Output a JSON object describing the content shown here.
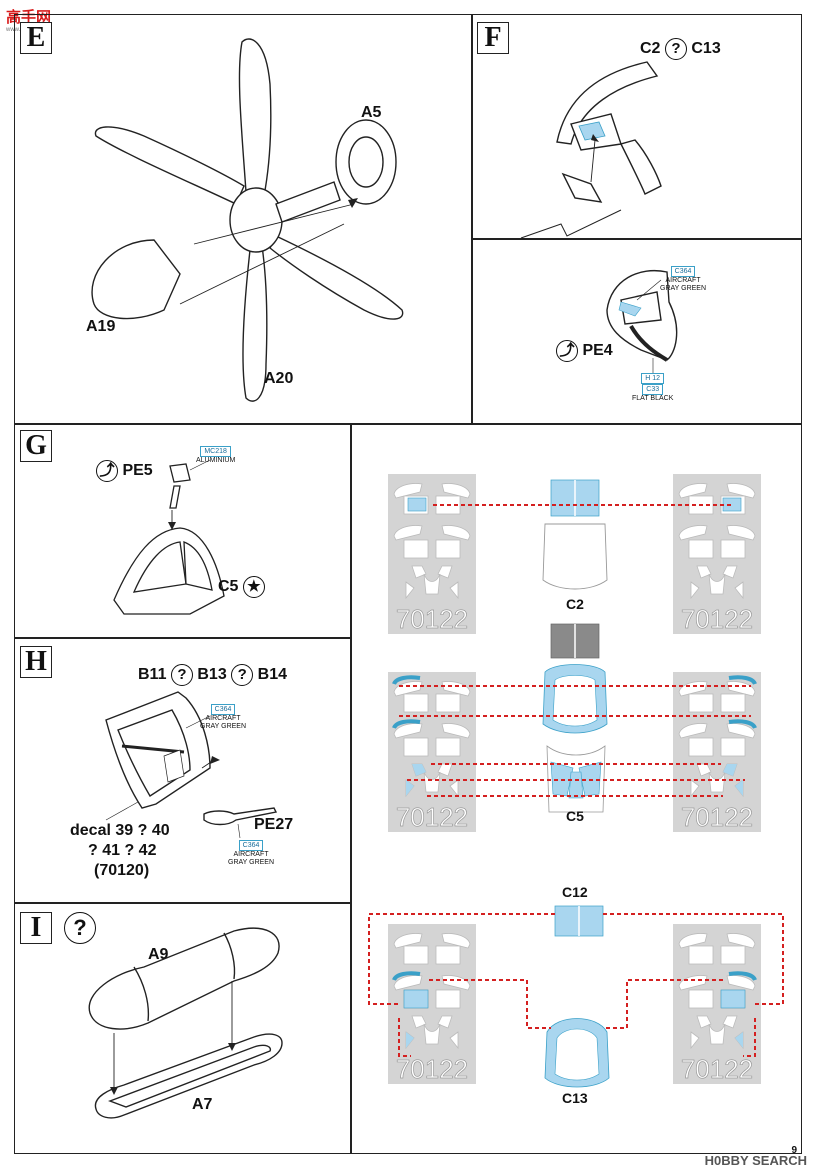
{
  "logo": {
    "text": "高手网",
    "sub": "www.gs5000.cn"
  },
  "sections": {
    "E": {
      "step": "E",
      "labels": {
        "a5": "A5",
        "a19": "A19",
        "a20": "A20"
      }
    },
    "F": {
      "step": "F",
      "labels": {
        "c2": "C2",
        "c13": "C13",
        "pe4": "PE4"
      },
      "paint_top": {
        "code": "C364",
        "name1": "AIRCRAFT",
        "name2": "GRAY GREEN"
      },
      "paint_bottom": {
        "code1": "H 12",
        "code2": "C33",
        "name": "FLAT BLACK"
      }
    },
    "G": {
      "step": "G",
      "labels": {
        "pe5": "PE5",
        "c5": "C5"
      },
      "paint": {
        "code": "MC218",
        "name": "ALUMINIUM"
      }
    },
    "H": {
      "step": "H",
      "labels": {
        "b11": "B11",
        "b13": "B13",
        "b14": "B14",
        "pe27": "PE27",
        "decal1": "decal 39 ? 40",
        "decal2": "? 41 ? 42",
        "decal3": "(70120)"
      },
      "paint_top": {
        "code": "C364",
        "name1": "AIRCRAFT",
        "name2": "GRAY GREEN"
      },
      "paint_bottom": {
        "code": "C364",
        "name1": "AIRCRAFT",
        "name2": "GRAY GREEN"
      }
    },
    "I": {
      "step": "I",
      "labels": {
        "a9": "A9",
        "a7": "A7"
      }
    },
    "masks": {
      "sheet_number": "70122",
      "labels": {
        "c2": "C2",
        "c5": "C5",
        "c12": "C12",
        "c13": "C13"
      }
    }
  },
  "question_mark": "?",
  "watermark": "H0BBY SEARCH",
  "page_number": "9",
  "colors": {
    "mask_blue": "#a9d6ef",
    "sheet_gray": "#d4d4d4",
    "dashed_red": "#d42020",
    "line": "#222222"
  }
}
